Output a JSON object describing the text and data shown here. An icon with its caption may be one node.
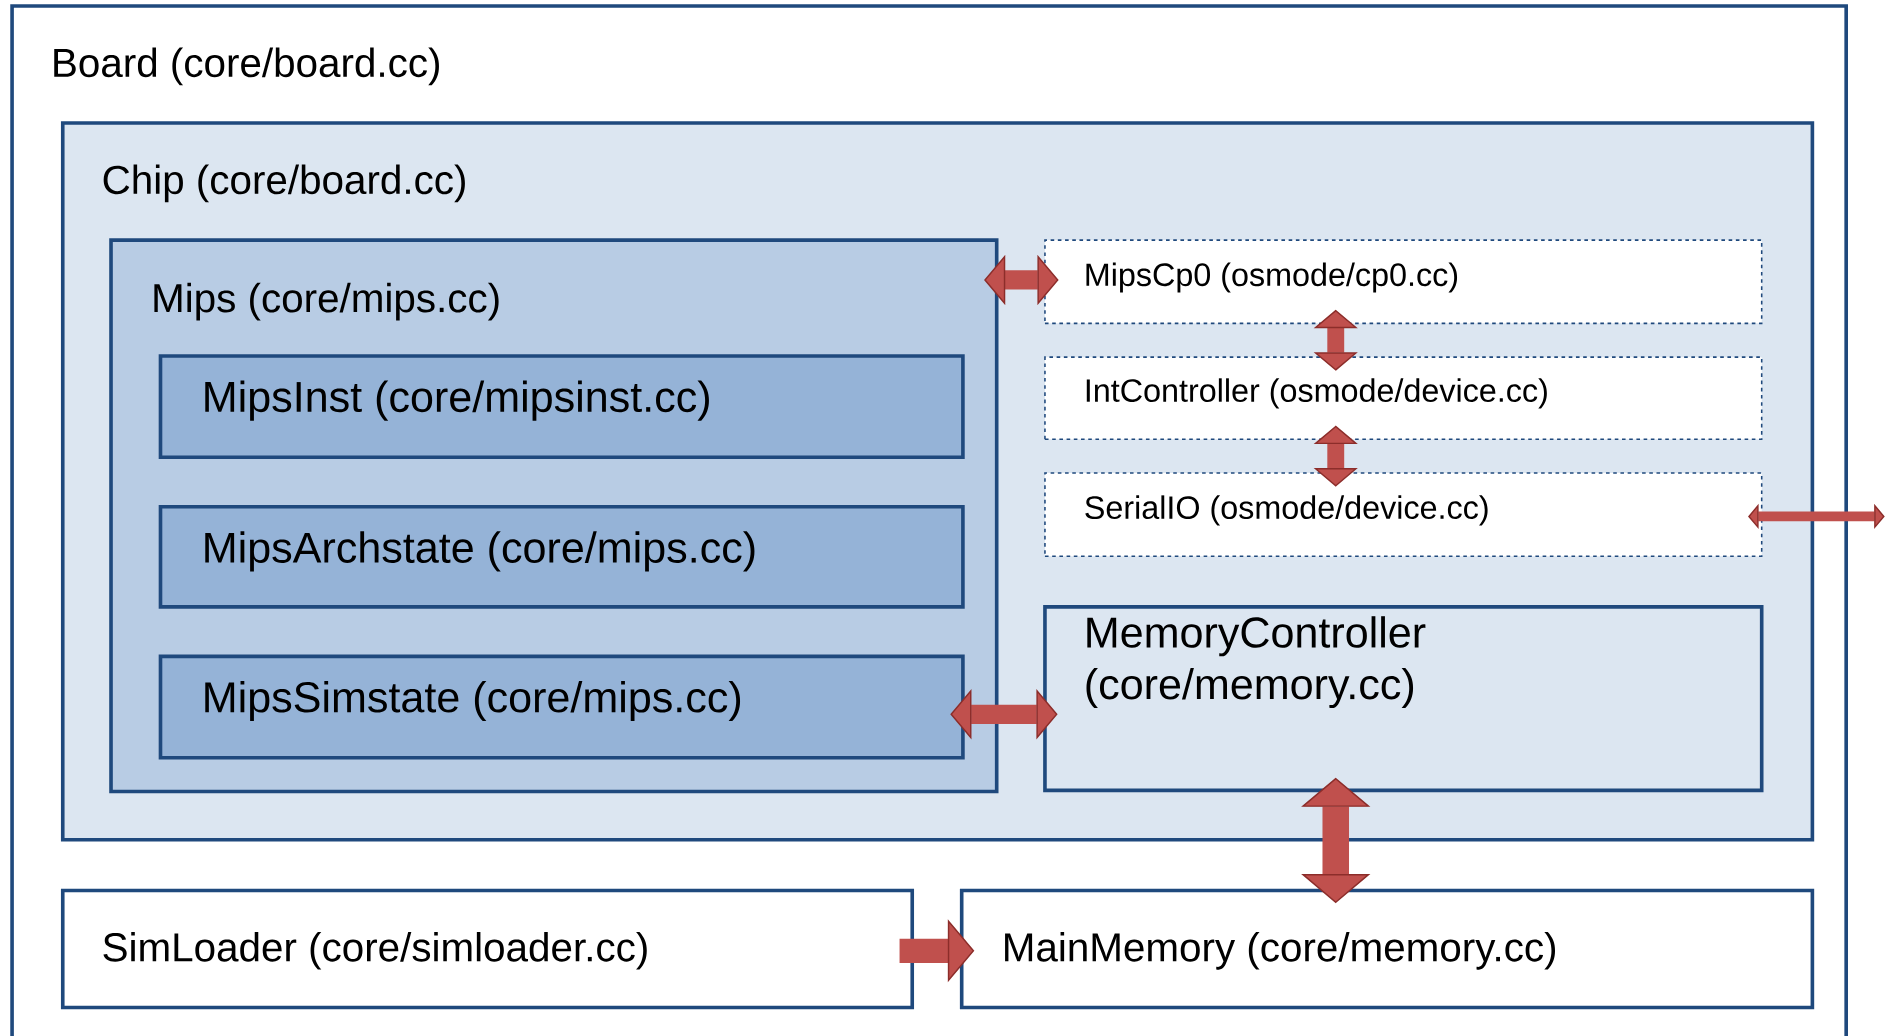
{
  "diagram": {
    "nodes": [
      {
        "text": [
          "Board (core/board.cc)"
        ]
      },
      {
        "text": [
          "Chip (core/board.cc)"
        ],
        "in": 0
      },
      {
        "text": [
          "Mips (core/mips.cc)"
        ],
        "in": 1
      },
      {
        "text": [
          "MipsInst (core/mipsinst.cc)"
        ],
        "in": 2
      },
      {
        "text": [
          "MipsArchstate (core/mips.cc)"
        ],
        "in": 2
      },
      {
        "text": [
          "MipsSimstate (core/mips.cc)"
        ],
        "in": 2
      },
      {
        "text": [
          "MipsCp0 (osmode/cp0.cc)"
        ],
        "in": 1
      },
      {
        "text": [
          "IntController (osmode/device.cc)"
        ],
        "in": 1
      },
      {
        "text": [
          "SerialIO (osmode/device.cc)"
        ],
        "in": 1
      },
      {
        "text": [
          "MemoryController (core/memory.cc)"
        ],
        "in": 1
      },
      {
        "text": [
          "SimLoader (core/simloader.cc)"
        ],
        "in": 0
      },
      {
        "text": [
          "MainMemory (core/memory.cc)"
        ],
        "in": 0
      }
    ],
    "edges": [
      {
        "from": 2,
        "to": 6,
        "arrow": "both"
      },
      {
        "from": 6,
        "to": 7,
        "arrow": "both"
      },
      {
        "from": 7,
        "to": 8,
        "arrow": "both"
      },
      {
        "from": 8,
        "to": null,
        "arrow": "both"
      },
      {
        "from": 5,
        "to": 9,
        "arrow": "both"
      },
      {
        "from": 9,
        "to": 11,
        "arrow": "both"
      },
      {
        "from": 10,
        "to": 11,
        "arrow": "to"
      }
    ]
  }
}
